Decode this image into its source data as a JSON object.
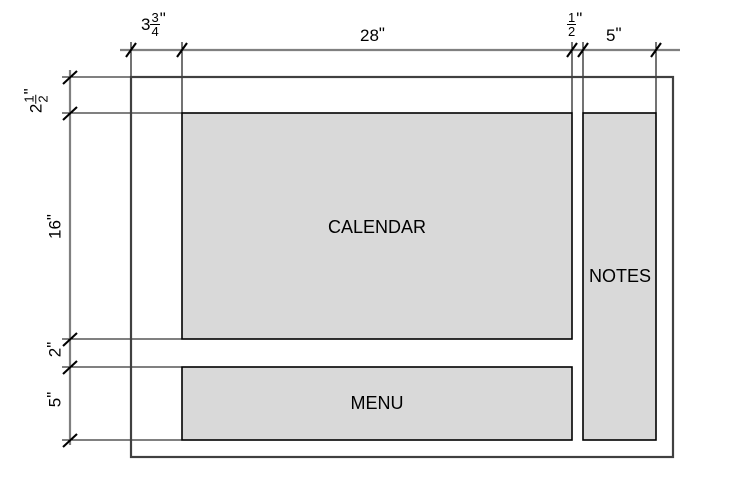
{
  "drawing": {
    "type": "dimensioned-layout-drawing",
    "units": "inches",
    "background_color": "#ffffff",
    "line_color": "#000000",
    "dimension_line_color": "#808080",
    "panel_fill_color": "#d9d9d9",
    "panel_border_color": "#000000",
    "outer_frame_color": "#404040"
  },
  "horizontal_dimensions": [
    {
      "id": "left-margin",
      "whole": "3",
      "numerator": "3",
      "denominator": "4",
      "unit": "\"",
      "label": "3 3/4\""
    },
    {
      "id": "calendar-width",
      "whole": "28",
      "numerator": "",
      "denominator": "",
      "unit": "\"",
      "label": "28\""
    },
    {
      "id": "gap-width",
      "whole": "",
      "numerator": "1",
      "denominator": "2",
      "unit": "\"",
      "label": "1/2\""
    },
    {
      "id": "notes-width",
      "whole": "5",
      "numerator": "",
      "denominator": "",
      "unit": "\"",
      "label": "5\""
    }
  ],
  "vertical_dimensions": [
    {
      "id": "top-margin",
      "whole": "2",
      "numerator": "1",
      "denominator": "2",
      "unit": "\"",
      "label": "2 1/2\""
    },
    {
      "id": "calendar-height",
      "whole": "16",
      "numerator": "",
      "denominator": "",
      "unit": "\"",
      "label": "16\""
    },
    {
      "id": "gap-height",
      "whole": "2",
      "numerator": "",
      "denominator": "",
      "unit": "\"",
      "label": "2\""
    },
    {
      "id": "menu-height",
      "whole": "5",
      "numerator": "",
      "denominator": "",
      "unit": "\"",
      "label": "5\""
    }
  ],
  "panels": [
    {
      "id": "calendar",
      "label": "CALENDAR"
    },
    {
      "id": "notes",
      "label": "NOTES"
    },
    {
      "id": "menu",
      "label": "MENU"
    }
  ],
  "chart_data": {
    "type": "table",
    "title": "",
    "categories": [
      "3 3/4\"",
      "28\"",
      "1/2\"",
      "5\"",
      "2 1/2\"",
      "16\"",
      "2\"",
      "5\""
    ],
    "values": [
      3.75,
      28,
      0.5,
      5,
      2.5,
      16,
      2,
      5
    ]
  }
}
